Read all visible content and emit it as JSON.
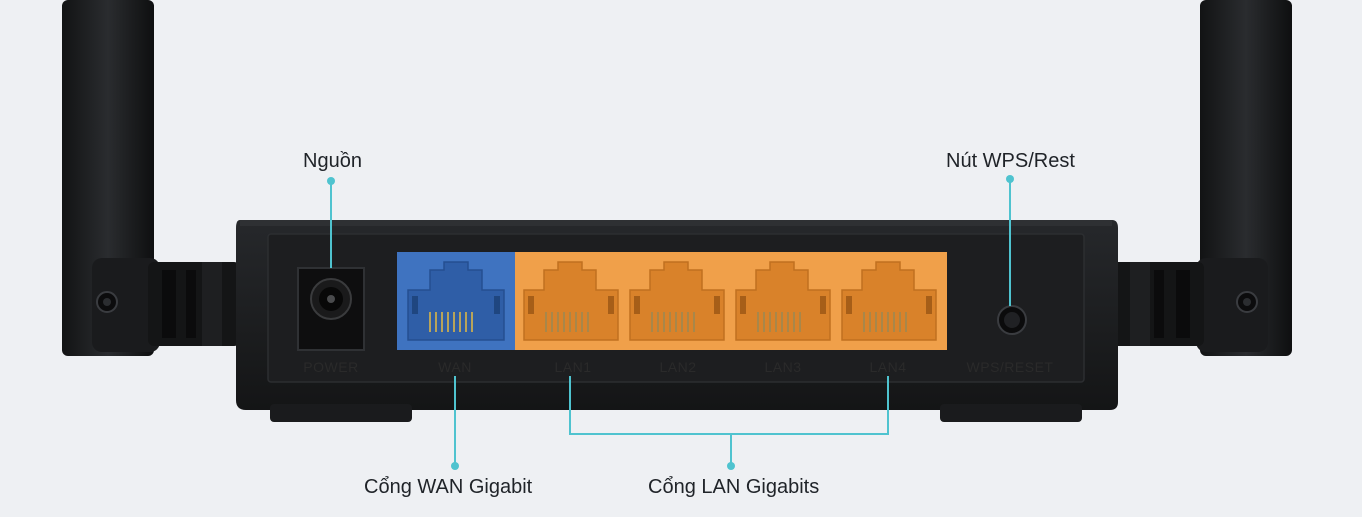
{
  "callouts": {
    "power": "Nguồn",
    "wps": "Nút WPS/Rest",
    "wan": "Cổng WAN Gigabit",
    "lan": "Cổng LAN Gigabits"
  },
  "port_labels": {
    "power": "POWER",
    "wan": "WAN",
    "lan1": "LAN1",
    "lan2": "LAN2",
    "lan3": "LAN3",
    "lan4": "LAN4",
    "wps_reset": "WPS/RESET"
  },
  "colors": {
    "background": "#eef0f3",
    "router_body": "#1b1c1e",
    "wan_port": "#3f73c0",
    "lan_port": "#f0a04a",
    "leader_line": "#4fc3cf"
  }
}
